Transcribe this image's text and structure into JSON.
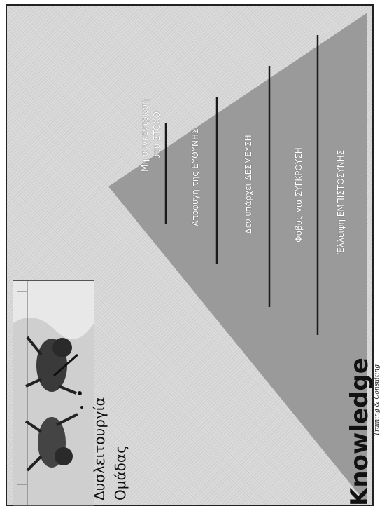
{
  "slide": {
    "title_line1": "Δυσλειτουργία",
    "title_line2": "Ομάδας",
    "logo": "Knowledge",
    "logo_tagline": "Training & Consulting"
  },
  "pyramid": {
    "levels": [
      {
        "line1": "Μη συγκέντρωση",
        "line2": "στο ΣΤΟΧΟ"
      },
      {
        "line1": "Αποφυγή της ΕΥΘΥΝΗΣ"
      },
      {
        "line1": "Δεν υπάρχει ΔΕΣΜΕΥΣΗ"
      },
      {
        "line1": "Φόβος για ΣΥΓΚΡΟΥΣΗ"
      },
      {
        "line1": "Έλλειψη ΕΜΠΙΣΤΟΣΥΝΗΣ"
      }
    ]
  },
  "colors": {
    "pyramid_fill": "#9a9a9a",
    "divider": "#1a1a1a",
    "slide_bg": "#dcdcdc"
  }
}
